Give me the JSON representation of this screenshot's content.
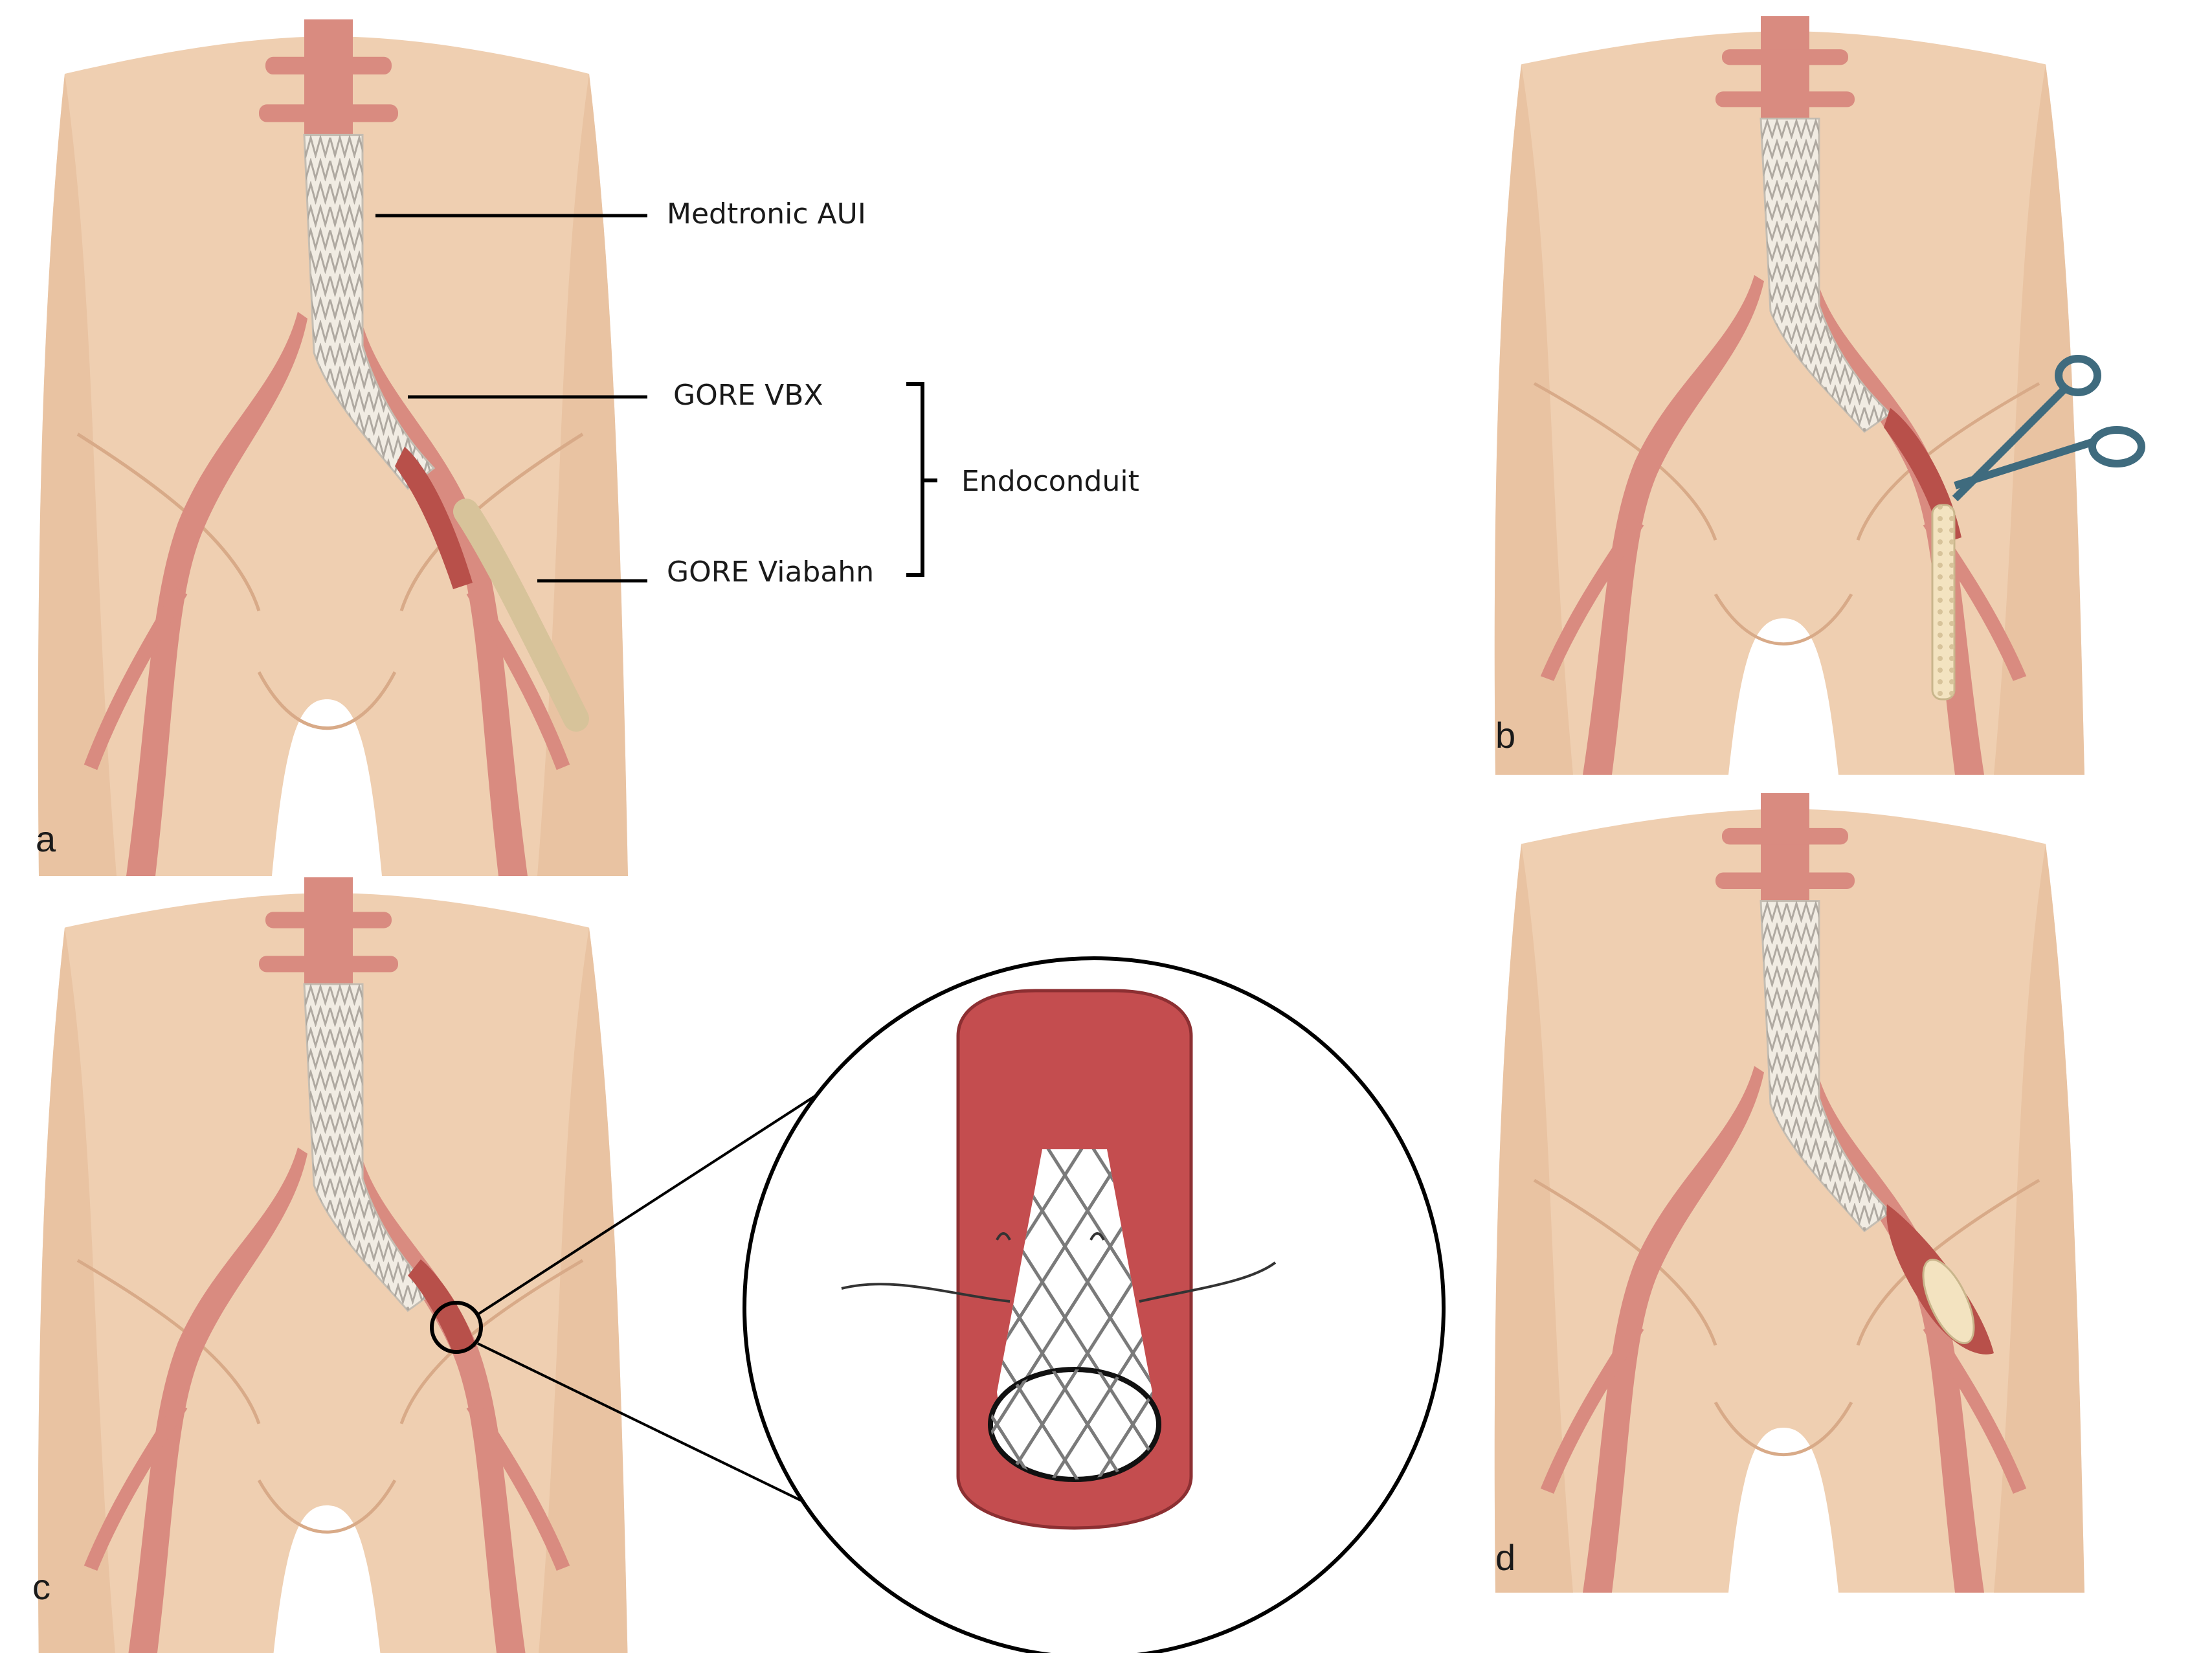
{
  "panels": [
    {
      "letter": "a"
    },
    {
      "letter": "b"
    },
    {
      "letter": "c"
    },
    {
      "letter": "d"
    }
  ],
  "callouts": {
    "aui": "Medtronic AUI",
    "vbx": "GORE VBX",
    "viabahn": "GORE Viabahn",
    "group": "Endoconduit"
  },
  "colors": {
    "skin": "#efcfb1",
    "skin_edge": "#d8aa88",
    "vessel": "#d98b80",
    "vessel_dark": "#b85f55",
    "graft": "#f1ece3",
    "stent_line": "#a8a29a",
    "viabahn": "#f3e3c0",
    "incision": "#b8504a",
    "scissors": "#3f6b7e",
    "zoom_vessel": "#c44d4f",
    "mesh": "#777777"
  },
  "icons": [
    "scissors-icon",
    "suture-icon",
    "magnifier-circle"
  ]
}
